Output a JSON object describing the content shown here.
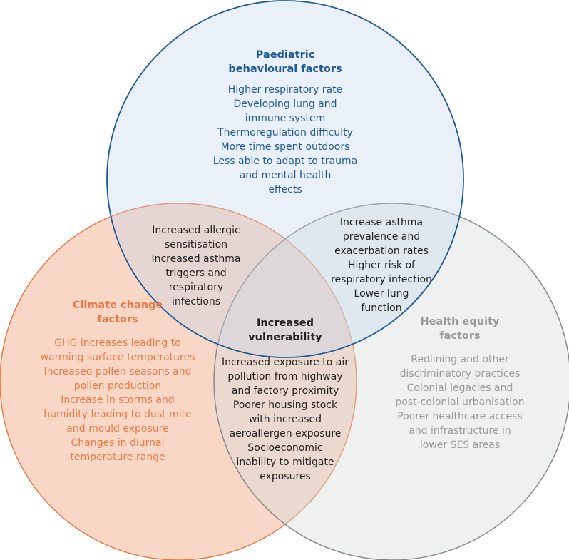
{
  "colors": {
    "blue": "#1d5a97",
    "blue_fill": "#eaf0f8",
    "orange": "#ea7a45",
    "orange_fill": "#f8d9c8",
    "grey": "#999999",
    "grey_fill": "#eff0f0",
    "text_dark": "#222222"
  },
  "circles": {
    "paediatric": {
      "title": [
        "Paediatric",
        "behavioural factors"
      ],
      "items": [
        "Higher respiratory rate",
        "Developing lung and",
        "immune system",
        "Thermoregulation difficulty",
        "More time spent outdoors",
        "Less able to adapt to trauma",
        "and mental health",
        "effects"
      ]
    },
    "climate": {
      "title": [
        "Climate change",
        "factors"
      ],
      "items": [
        "GHG increases leading to",
        "warming surface temperatures",
        "Increased pollen seasons and",
        "pollen production",
        "Increase in storms and",
        "humidity leading to dust mite",
        "and mould exposure",
        "Changes in diurnal",
        "temperature range"
      ]
    },
    "health_equity": {
      "title": [
        "Health equity",
        "factors"
      ],
      "items": [
        "Redlining and other",
        "discriminatory practices",
        "Colonial legacies and",
        "post-colonial urbanisation",
        "Poorer healthcare access",
        "and infrastructure in",
        "lower SES areas"
      ]
    }
  },
  "overlaps": {
    "paediatric_climate": [
      "Increased allergic",
      "sensitisation",
      "Increased asthma",
      "triggers and",
      "respiratory",
      "infections"
    ],
    "paediatric_equity": [
      "Increase asthma",
      "prevalence and",
      "exacerbation rates",
      "Higher risk of",
      "respiratory infection",
      "Lower lung",
      "function"
    ],
    "climate_equity": [
      "Increased exposure to air",
      "pollution from highway",
      "and factory proximity",
      "Poorer housing stock",
      "with increased",
      "aeroallergen exposure",
      "Socioeconomic",
      "inability to mitigate",
      "exposures"
    ]
  },
  "center": {
    "title": [
      "Increased",
      "vulnerability"
    ]
  }
}
